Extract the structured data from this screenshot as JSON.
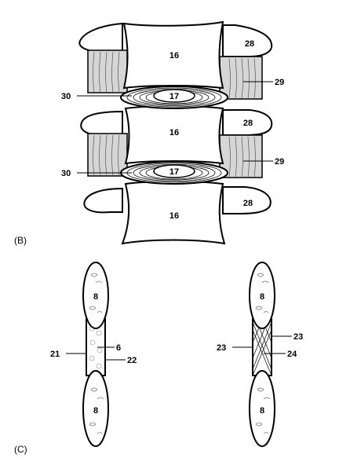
{
  "panel_labels": {
    "b": "(B)",
    "c": "(C)"
  },
  "spine": {
    "vertebral_body_upper": "16",
    "vertebral_body_middle": "16",
    "vertebral_body_lower": "16",
    "disc_upper": "17",
    "disc_lower": "17",
    "process_right_top": "28",
    "process_right_middle": "28",
    "process_right_bottom": "28",
    "ligament_right_upper": "29",
    "ligament_right_lower": "29",
    "annulus_label_upper": "30",
    "annulus_label_lower": "30"
  },
  "joint_left": {
    "bone_top": "8",
    "bone_bottom": "8",
    "cartilage": "6",
    "outer_left": "21",
    "outer_right": "22"
  },
  "joint_right": {
    "bone_top": "8",
    "bone_bottom": "8",
    "outer_right": "23",
    "outer_left": "23",
    "fibrocartilage": "24"
  },
  "colors": {
    "ink": "#000000",
    "ligament_fill": "#d6d6d6",
    "background": "#ffffff"
  }
}
